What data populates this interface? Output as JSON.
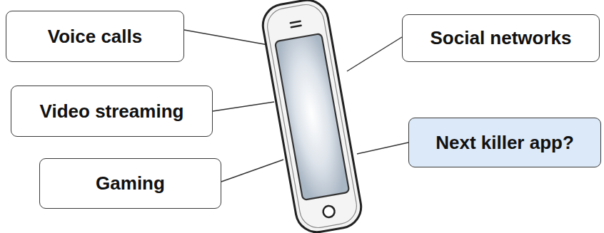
{
  "diagram": {
    "nodes": [
      {
        "text": [
          "Voice calls"
        ]
      },
      {
        "text": [
          "Social networks"
        ]
      },
      {
        "text": [
          "Video streaming"
        ]
      },
      {
        "text": [
          "Next killer app?"
        ]
      },
      {
        "text": [
          "Gaming"
        ]
      }
    ]
  }
}
